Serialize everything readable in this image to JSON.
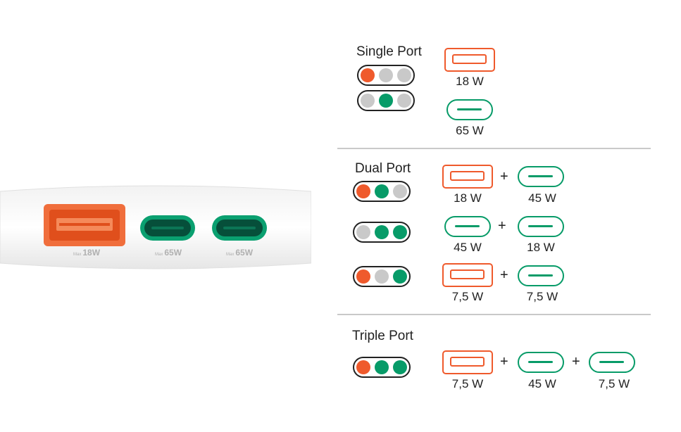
{
  "colors": {
    "usb_a": "#ef5a2c",
    "usb_c": "#079b68",
    "off": "#c9c9c9"
  },
  "device": {
    "ports": [
      {
        "type": "usb-a",
        "max_prefix": "Max",
        "rating": "18W"
      },
      {
        "type": "usb-c",
        "max_prefix": "Max",
        "rating": "65W"
      },
      {
        "type": "usb-c",
        "max_prefix": "Max",
        "rating": "65W"
      }
    ]
  },
  "single": {
    "title": "Single Port",
    "usb_a_watt": "18 W",
    "usb_c_watt": "65 W",
    "indicators": [
      [
        "orange",
        "off",
        "off"
      ],
      [
        "off",
        "green",
        "off"
      ]
    ]
  },
  "dual": {
    "title": "Dual Port",
    "rows": [
      {
        "indicators": [
          "orange",
          "green",
          "off"
        ],
        "left_watt": "18 W",
        "right_watt": "45 W"
      },
      {
        "indicators": [
          "off",
          "green",
          "green"
        ],
        "left_watt": "45 W",
        "right_watt": "18 W"
      },
      {
        "indicators": [
          "orange",
          "off",
          "green"
        ],
        "left_watt": "7,5 W",
        "right_watt": "7,5 W"
      }
    ]
  },
  "triple": {
    "title": "Triple Port",
    "indicators": [
      "orange",
      "green",
      "green"
    ],
    "watts": [
      "7,5 W",
      "45 W",
      "7,5 W"
    ]
  },
  "plus_sign": "+"
}
